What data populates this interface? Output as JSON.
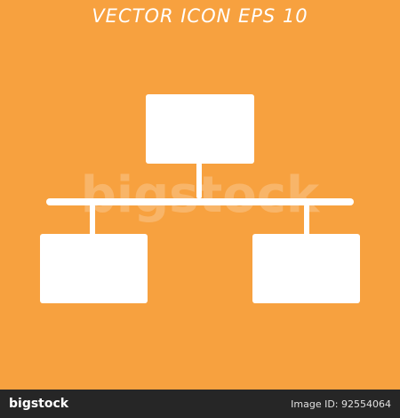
{
  "title": "VECTOR ICON EPS 10",
  "watermark": "bigstock",
  "footer": {
    "brand": "bigstock",
    "credit": "Image ID: 92554064"
  },
  "icon": {
    "name": "hierarchy-network-icon",
    "nodes": [
      "top-node",
      "left-node",
      "right-node"
    ]
  },
  "colors": {
    "background": "#F7A13F",
    "icon": "#FFFFFF",
    "footer": "#262626"
  }
}
